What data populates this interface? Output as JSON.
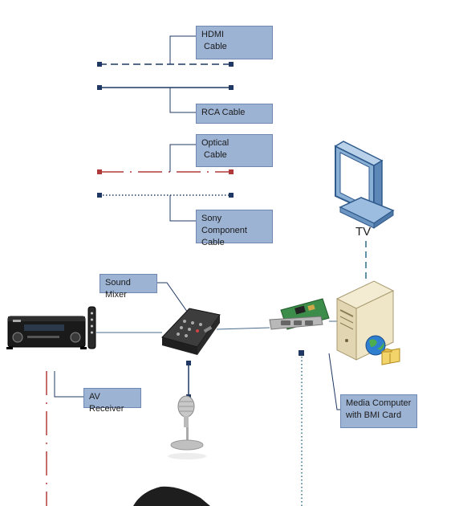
{
  "legend": {
    "hdmi": {
      "line1": "HDMI",
      "line2": " Cable"
    },
    "rca": {
      "line1": "RCA Cable"
    },
    "optical": {
      "line1": "Optical",
      "line2": " Cable"
    },
    "sony": {
      "line1": "Sony Component",
      "line2": "Cable"
    }
  },
  "devices": {
    "tv_label": "TV",
    "sound_mixer": "Sound Mixer",
    "av_receiver": "AV Receiver",
    "media_computer": {
      "line1": "Media Computer",
      "line2": "with BMI Card"
    }
  },
  "icons": [
    "tv-monitor-icon",
    "computer-tower-icon",
    "globe-icon",
    "folder-icon",
    "av-receiver-icon",
    "remote-control-icon",
    "sound-mixer-icon",
    "capture-card-icon",
    "microphone-icon",
    "speaker-device-icon"
  ],
  "colors": {
    "callout_fill": "#9db3d4",
    "line_navy": "#1f3864",
    "optical_red": "#b03a3a",
    "teal_dashed": "#2e6e8a"
  }
}
